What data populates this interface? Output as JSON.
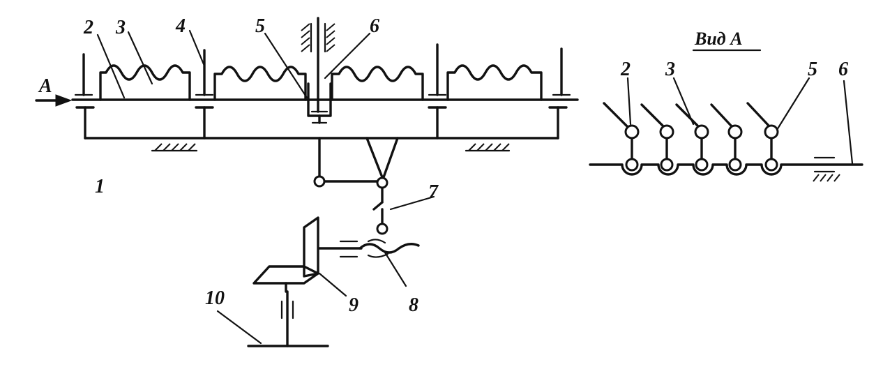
{
  "labels": {
    "arrow_a": "А",
    "n1": "1",
    "n2": "2",
    "n3": "3",
    "n4": "4",
    "n5": "5",
    "n6": "6",
    "n7": "7",
    "n8": "8",
    "n9": "9",
    "n10": "10"
  },
  "view_a": {
    "title": "Вид А",
    "n2": "2",
    "n3": "3",
    "n5": "5",
    "n6": "6"
  }
}
